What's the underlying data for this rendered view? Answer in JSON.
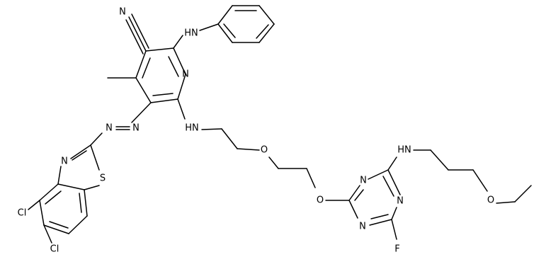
{
  "molecule": {
    "atom_labels": {
      "nitrile_n": "N",
      "aniline_nh": "HN",
      "pyridine_n": "N",
      "azo_n1": "N",
      "azo_n2": "N",
      "thiazole_n": "N",
      "thiazole_s": "S",
      "chloro_1": "Cl",
      "chloro_2": "Cl",
      "linker_nh": "HN",
      "ether_o1": "O",
      "ether_o2": "O",
      "triazine_n1": "N",
      "triazine_n2": "N",
      "triazine_n3": "N",
      "amino_nh": "HN",
      "fluoro": "F",
      "ethoxy_o": "O"
    }
  }
}
